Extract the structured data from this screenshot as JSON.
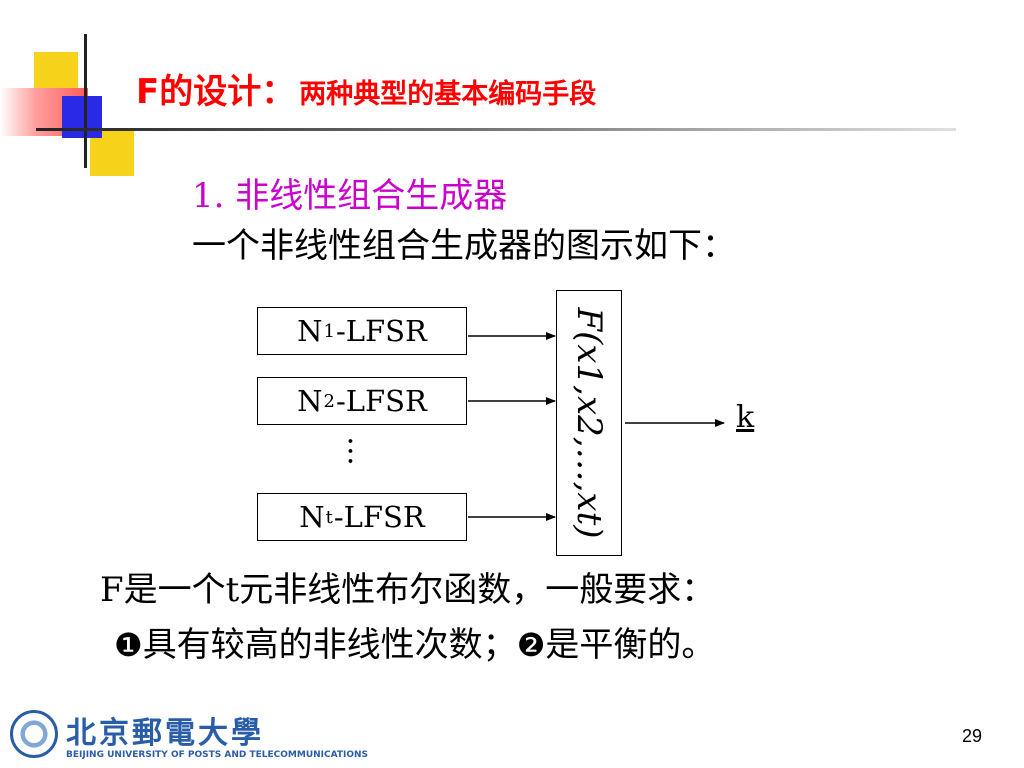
{
  "title": {
    "main": "F的设计：",
    "sub": "两种典型的基本编码手段"
  },
  "section": {
    "heading": "1. 非线性组合生成器",
    "intro": "一个非线性组合生成器的图示如下："
  },
  "diagram": {
    "registers": [
      {
        "prefix": "N",
        "subscript": "1",
        "suffix": "-LFSR"
      },
      {
        "prefix": "N",
        "subscript": "2",
        "suffix": "-LFSR"
      },
      {
        "prefix": "N",
        "subscript": "t",
        "suffix": "-LFSR"
      }
    ],
    "ellipsis": "…",
    "function_label": "F(x1,x2,…,xt)",
    "output_label": "k"
  },
  "body": {
    "line1": "F是一个t元非线性布尔函数，一般要求：",
    "line2_marker1": "❶",
    "line2_part1": "具有较高的非线性次数；",
    "line2_marker2": "❷",
    "line2_part2": "是平衡的。"
  },
  "footer": {
    "logo_cn": "北京郵電大學",
    "logo_en": "BEIJING UNIVERSITY OF POSTS AND TELECOMMUNICATIONS",
    "page_number": "29"
  },
  "colors": {
    "title": "#ff0000",
    "heading": "#cc00cc",
    "logo": "#2a5da8"
  }
}
